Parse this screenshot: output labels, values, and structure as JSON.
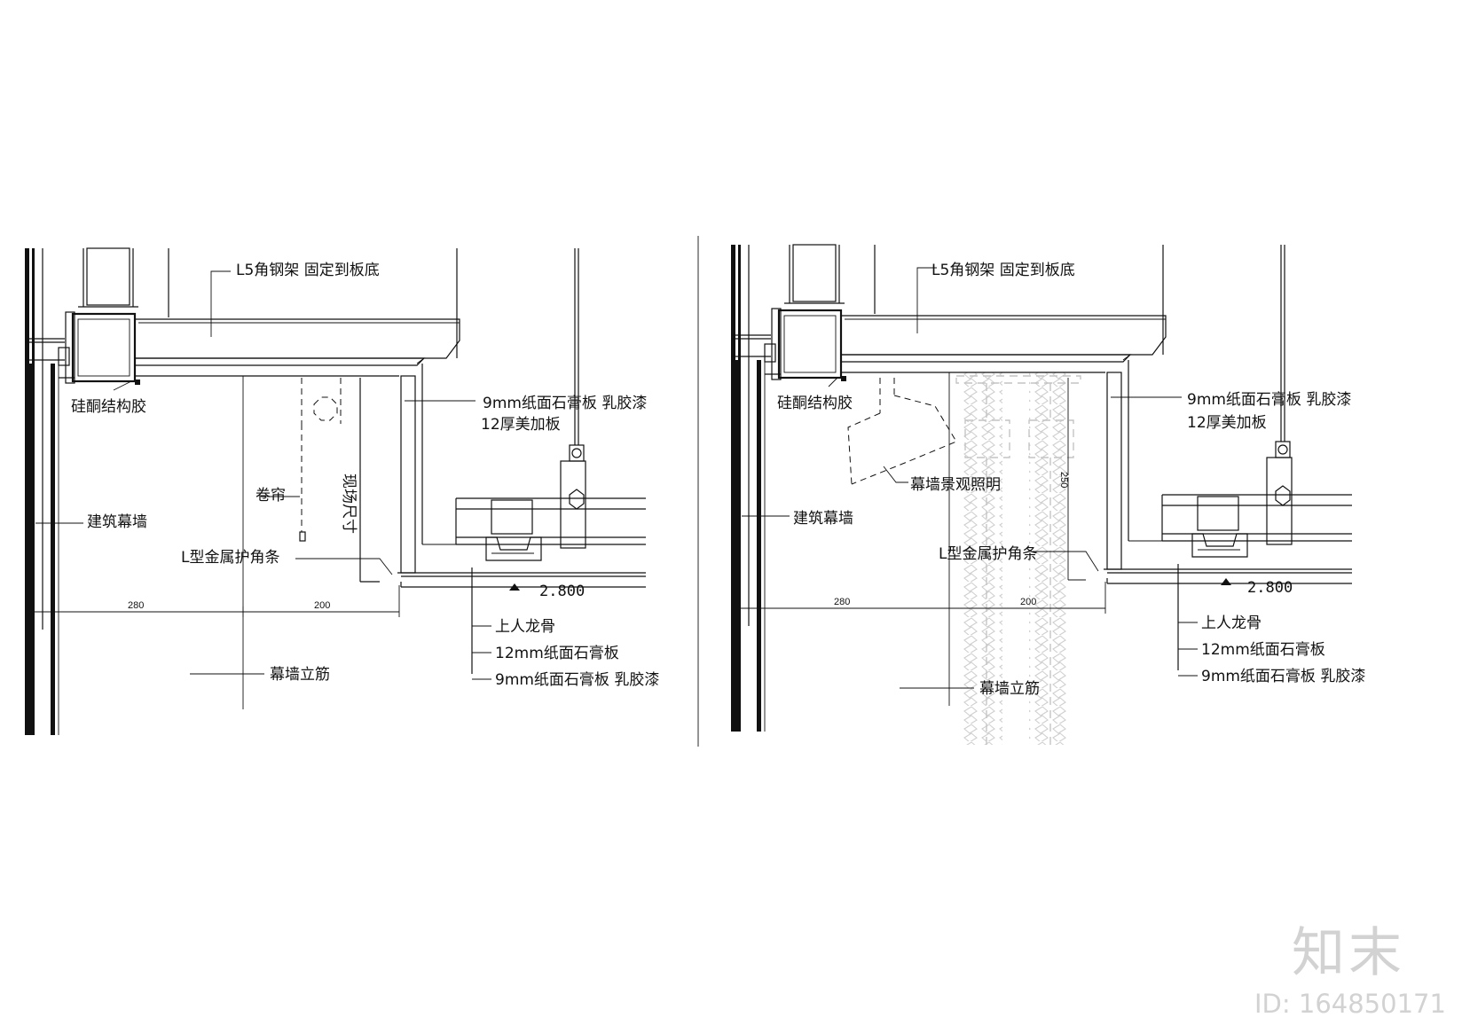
{
  "left_detail": {
    "labels": {
      "steel_frame": "L5角钢架 固定到板底",
      "silicone": "硅酮结构胶",
      "gypsum_9": "9mm纸面石膏板 乳胶漆",
      "board_12": "12厚美加板",
      "blind": "卷帘",
      "site_dim": "现场尺寸",
      "curtain_wall": "建筑幕墙",
      "corner_strip": "L型金属护角条",
      "elevation": "2.800",
      "dim_a": "280",
      "dim_b": "200",
      "keel": "上人龙骨",
      "gypsum_12": "12mm纸面石膏板",
      "gypsum_9b": "9mm纸面石膏板 乳胶漆",
      "mullion": "幕墙立筋"
    }
  },
  "right_detail": {
    "labels": {
      "steel_frame": "L5角钢架 固定到板底",
      "silicone": "硅酮结构胶",
      "gypsum_9": "9mm纸面石膏板 乳胶漆",
      "board_12": "12厚美加板",
      "lighting": "幕墙景观照明",
      "curtain_wall": "建筑幕墙",
      "corner_strip": "L型金属护角条",
      "elevation": "2.800",
      "dim_a": "280",
      "dim_b": "200",
      "dim_v": "250",
      "keel": "上人龙骨",
      "gypsum_12": "12mm纸面石膏板",
      "gypsum_9b": "9mm纸面石膏板 乳胶漆",
      "mullion": "幕墙立筋"
    }
  },
  "watermark": {
    "logo": "知末",
    "id": "ID: 164850171"
  }
}
